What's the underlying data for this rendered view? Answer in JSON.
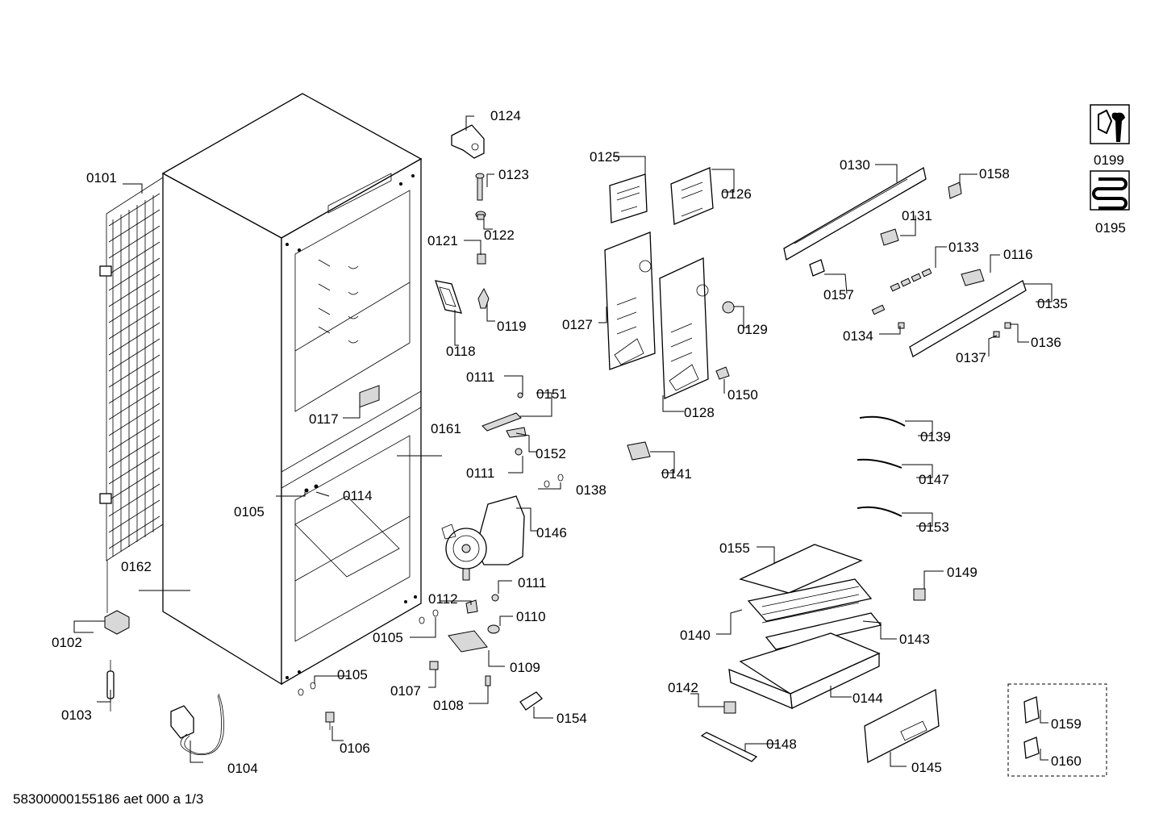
{
  "drawing": {
    "footer_text": "58300000155186 aet 000 a 1/3",
    "parts": {
      "p0101": "0101",
      "p0102": "0102",
      "p0103": "0103",
      "p0104": "0104",
      "p0105a": "0105",
      "p0105b": "0105",
      "p0105c": "0105",
      "p0106": "0106",
      "p0107": "0107",
      "p0108": "0108",
      "p0109": "0109",
      "p0110": "0110",
      "p0111a": "0111",
      "p0111b": "0111",
      "p0111c": "0111",
      "p0112": "0112",
      "p0114": "0114",
      "p0116": "0116",
      "p0117": "0117",
      "p0118": "0118",
      "p0119": "0119",
      "p0121": "0121",
      "p0122": "0122",
      "p0123": "0123",
      "p0124": "0124",
      "p0125": "0125",
      "p0126": "0126",
      "p0127": "0127",
      "p0128": "0128",
      "p0129": "0129",
      "p0130": "0130",
      "p0131": "0131",
      "p0133": "0133",
      "p0134": "0134",
      "p0135": "0135",
      "p0136": "0136",
      "p0137": "0137",
      "p0138": "0138",
      "p0139": "0139",
      "p0140": "0140",
      "p0141": "0141",
      "p0142": "0142",
      "p0143": "0143",
      "p0144": "0144",
      "p0145": "0145",
      "p0146": "0146",
      "p0147": "0147",
      "p0148": "0148",
      "p0149": "0149",
      "p0150": "0150",
      "p0151": "0151",
      "p0152": "0152",
      "p0153": "0153",
      "p0154": "0154",
      "p0155": "0155",
      "p0157": "0157",
      "p0158": "0158",
      "p0159": "0159",
      "p0160": "0160",
      "p0161": "0161",
      "p0162": "0162",
      "p0195": "0195",
      "p0199": "0199"
    }
  }
}
